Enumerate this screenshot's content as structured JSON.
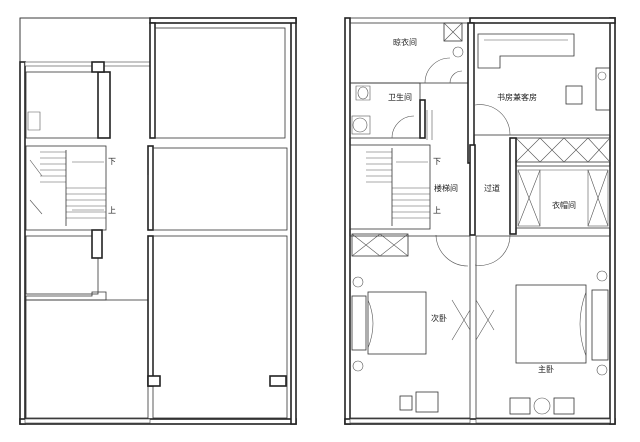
{
  "labels": {
    "drying_room": "晾衣间",
    "bathroom": "卫生间",
    "study_guest": "书房兼客房",
    "stair_down": "下",
    "stair_up": "上",
    "stairwell": "楼梯间",
    "corridor": "过道",
    "cloakroom": "衣帽间",
    "second_bedroom": "次卧",
    "master_bedroom": "主卧",
    "left_stair_down": "下",
    "left_stair_up": "上"
  },
  "colors": {
    "wall": "#222222",
    "line": "#333333",
    "background": "#ffffff"
  }
}
